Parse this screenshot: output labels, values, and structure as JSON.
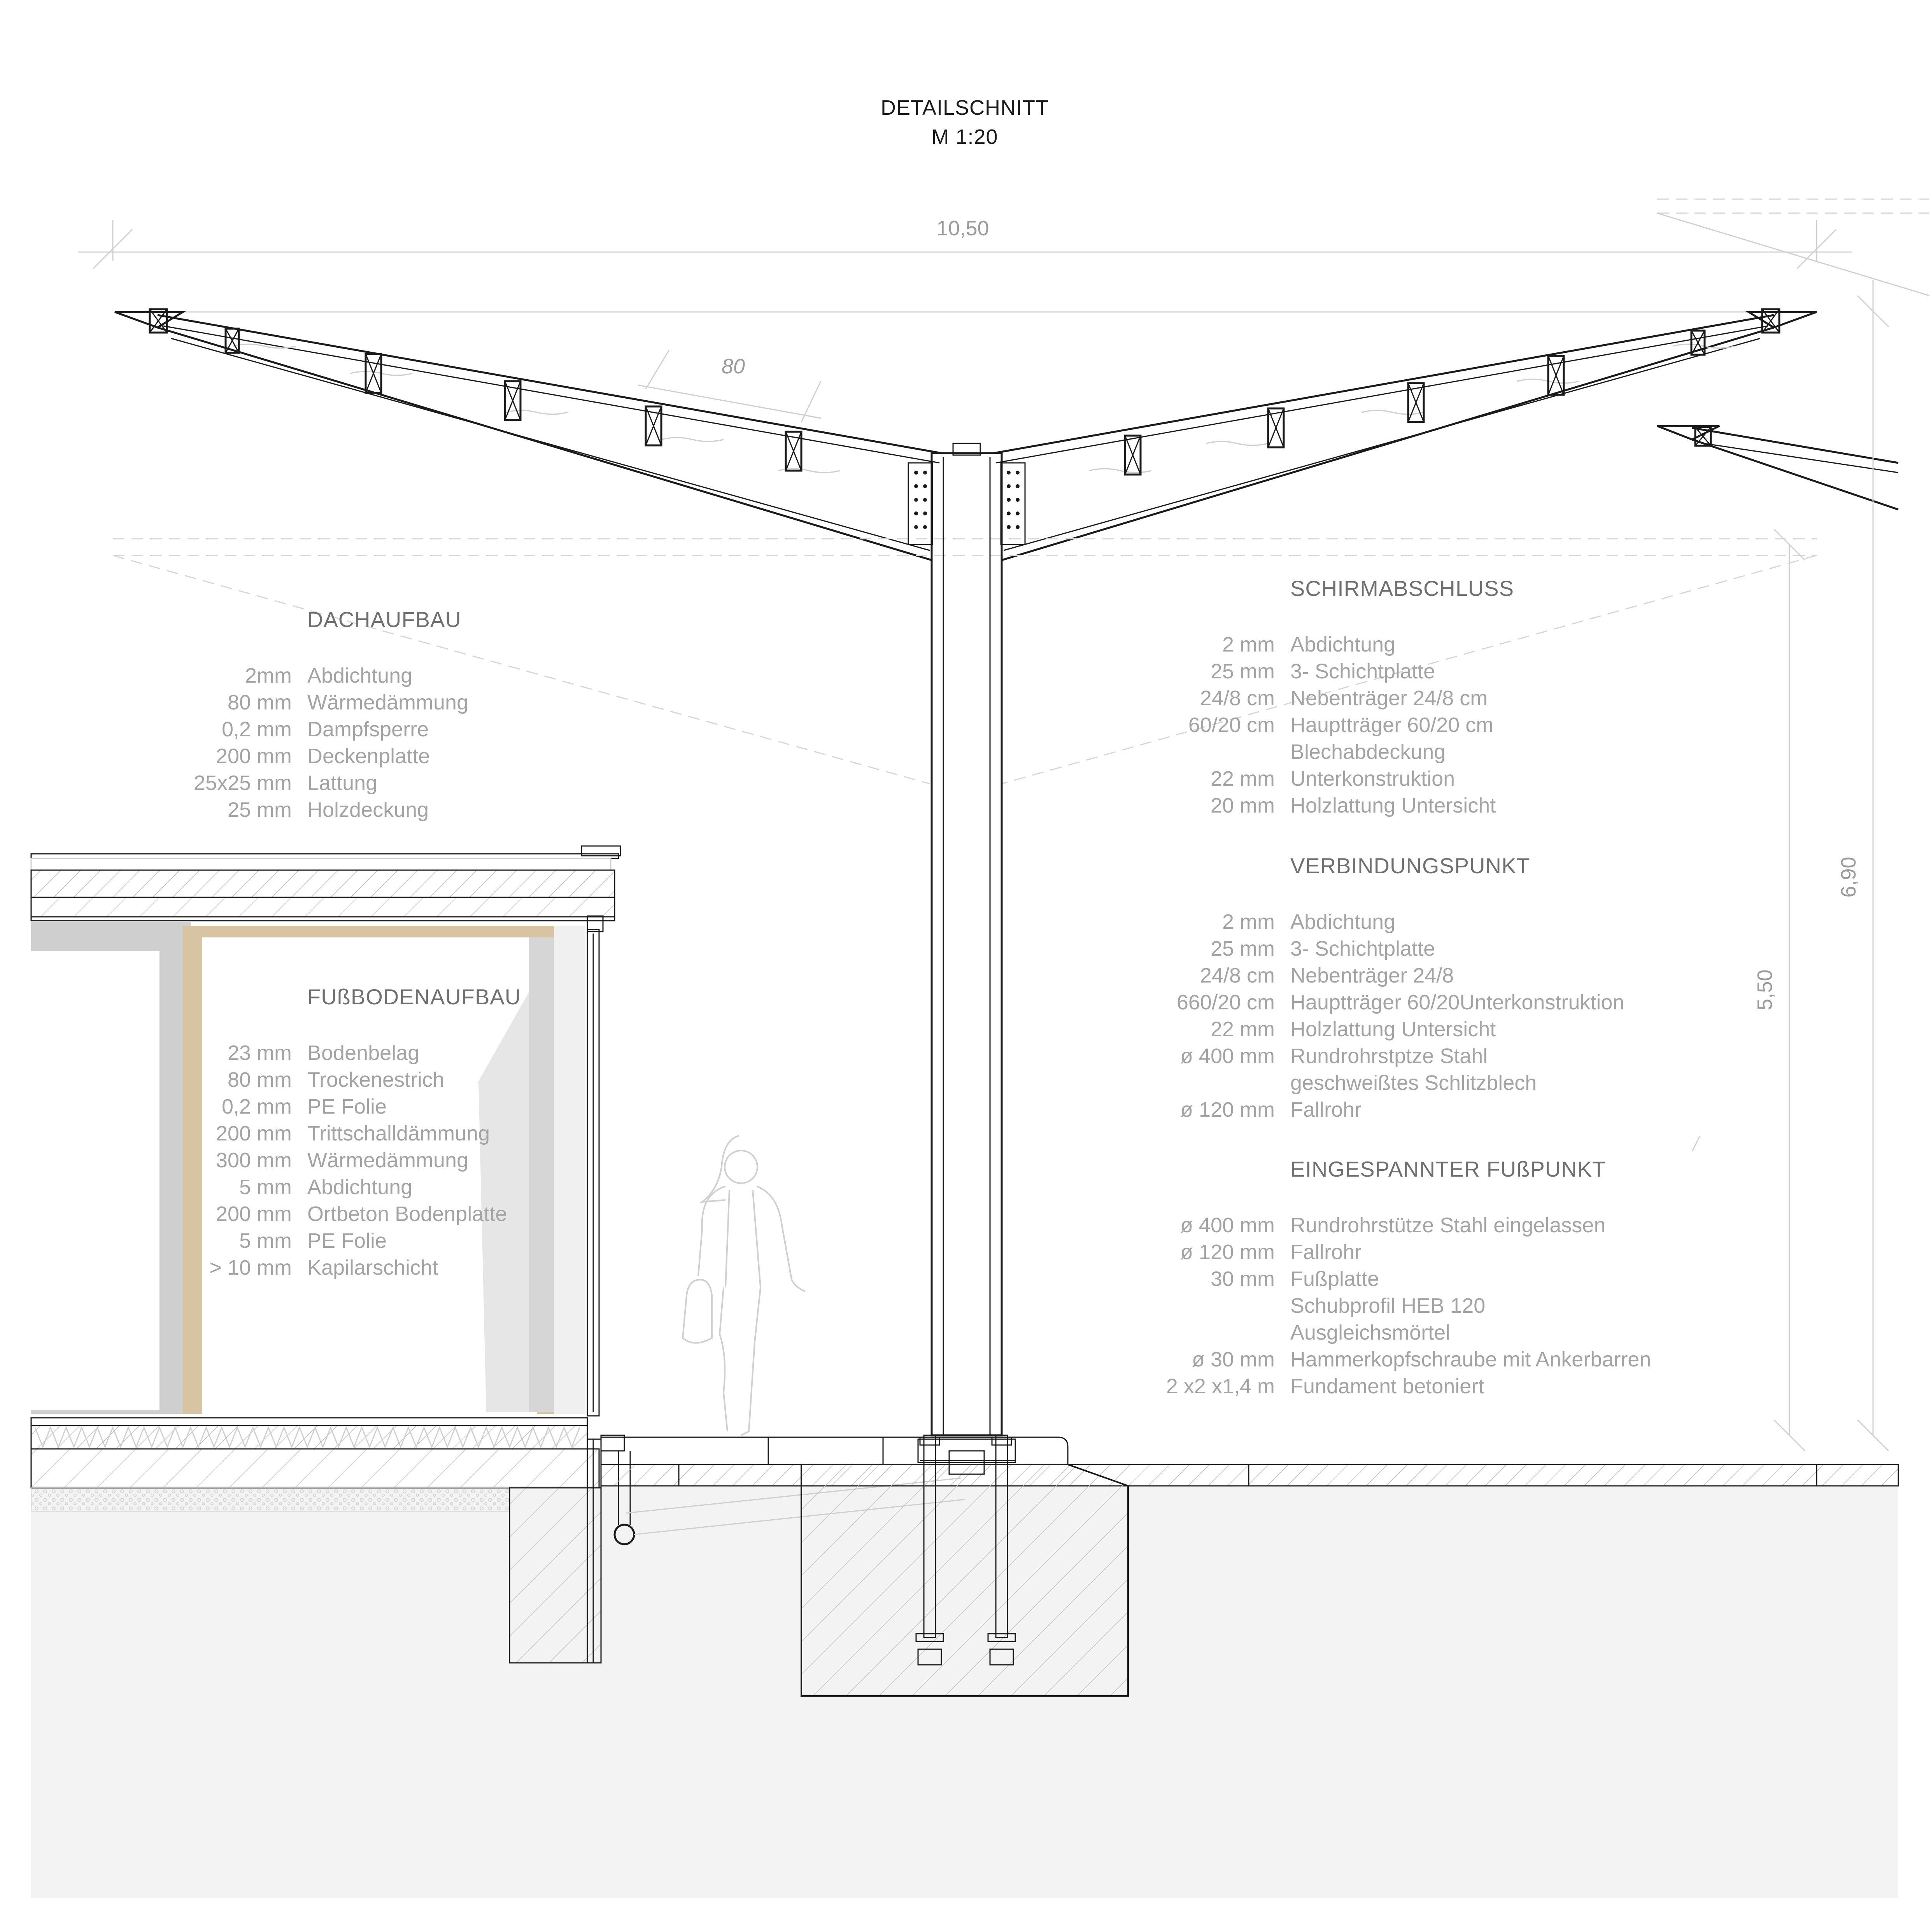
{
  "title": {
    "line1": "DETAILSCHNITT",
    "line2": "M 1:20"
  },
  "dimensions": {
    "span": "10,50",
    "spacing": "80",
    "height_total": "6,90",
    "height_clear": "5,50"
  },
  "sections": {
    "dachaufbau": {
      "heading": "DACHAUFBAU",
      "rows": [
        {
          "value": "2mm",
          "label": "Abdichtung"
        },
        {
          "value": "80 mm",
          "label": "Wärmedämmung"
        },
        {
          "value": "0,2 mm",
          "label": "Dampfsperre"
        },
        {
          "value": "200 mm",
          "label": "Deckenplatte"
        },
        {
          "value": "25x25 mm",
          "label": "Lattung"
        },
        {
          "value": "25 mm",
          "label": "Holzdeckung"
        }
      ]
    },
    "fussbodenaufbau": {
      "heading": "FUßBODENAUFBAU",
      "rows": [
        {
          "value": "23 mm",
          "label": "Bodenbelag"
        },
        {
          "value": "80 mm",
          "label": "Trockenestrich"
        },
        {
          "value": "0,2 mm",
          "label": "PE Folie"
        },
        {
          "value": "200 mm",
          "label": "Trittschalldämmung"
        },
        {
          "value": "300 mm",
          "label": "Wärmedämmung"
        },
        {
          "value": "5 mm",
          "label": "Abdichtung"
        },
        {
          "value": "200 mm",
          "label": "Ortbeton Bodenplatte"
        },
        {
          "value": "5 mm",
          "label": "PE Folie"
        },
        {
          "value": "> 10 mm",
          "label": "Kapilarschicht"
        }
      ]
    },
    "schirmabschluss": {
      "heading": "SCHIRMABSCHLUSS",
      "rows": [
        {
          "value": "2 mm",
          "label": "Abdichtung"
        },
        {
          "value": "25 mm",
          "label": "3- Schichtplatte"
        },
        {
          "value": "24/8 cm",
          "label": "Nebenträger 24/8 cm"
        },
        {
          "value": "60/20 cm",
          "label": "Hauptträger 60/20 cm"
        },
        {
          "value": "",
          "label": "Blechabdeckung"
        },
        {
          "value": "22 mm",
          "label": "Unterkonstruktion"
        },
        {
          "value": "20 mm",
          "label": "Holzlattung Untersicht"
        }
      ]
    },
    "verbindungspunkt": {
      "heading": "VERBINDUNGSPUNKT",
      "rows": [
        {
          "value": "2 mm",
          "label": "Abdichtung"
        },
        {
          "value": "25 mm",
          "label": "3- Schichtplatte"
        },
        {
          "value": "24/8 cm",
          "label": "Nebenträger 24/8"
        },
        {
          "value": "660/20 cm",
          "label": "Hauptträger 60/20Unterkonstruktion"
        },
        {
          "value": "22 mm",
          "label": "Holzlattung Untersicht"
        },
        {
          "value": "ø 400 mm",
          "label": "Rundrohrstptze Stahl"
        },
        {
          "value": "",
          "label": "geschweißtes Schlitzblech"
        },
        {
          "value": "ø 120 mm",
          "label": "Fallrohr"
        }
      ]
    },
    "fusspunkt": {
      "heading": "EINGESPANNTER FUßPUNKT",
      "rows": [
        {
          "value": "ø 400 mm",
          "label": "Rundrohrstütze Stahl eingelassen"
        },
        {
          "value": "ø 120 mm",
          "label": "Fallrohr"
        },
        {
          "value": "30 mm",
          "label": "Fußplatte"
        },
        {
          "value": "",
          "label": "Schubprofil HEB 120"
        },
        {
          "value": "",
          "label": "Ausgleichsmörtel"
        },
        {
          "value": "ø 30 mm",
          "label": "Hammerkopfschraube mit Ankerbarren"
        },
        {
          "value": "2 x2 x1,4  m",
          "label": "Fundament betoniert"
        }
      ]
    }
  },
  "colors": {
    "ink": "#1a1a1a",
    "annotation": "#a3a3a3",
    "heading": "#6f6f6f",
    "ground": "#f3f3f3",
    "timber": "#d8c3a3"
  }
}
